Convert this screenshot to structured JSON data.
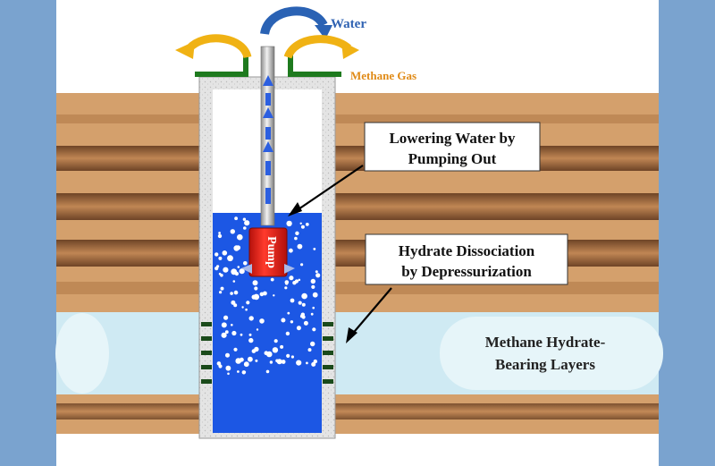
{
  "labels": {
    "water": "Water",
    "methane_gas": "Methane Gas",
    "lowering_water_line1": "Lowering Water by",
    "lowering_water_line2": "Pumping Out",
    "hydrate_dissociation_line1": "Hydrate Dissociation",
    "hydrate_dissociation_line2": "by Depressurization",
    "methane_hydrate_line1": "Methane Hydrate-",
    "methane_hydrate_line2": "Bearing Layers",
    "pump": "Pump"
  },
  "colors": {
    "frame_blue": "#7aa3cf",
    "sediment_light": "#d4a06c",
    "sediment_dark": "#6e4426",
    "hydrate_layer": "#d4eef6",
    "water_blue": "#1c57e4",
    "pump_red": "#e71a14",
    "cap_green": "#1e7a1e",
    "water_arrow": "#2a62b4",
    "gas_arrow": "#f0b214",
    "methane_label": "#e08a16",
    "water_label": "#2f62b2"
  }
}
